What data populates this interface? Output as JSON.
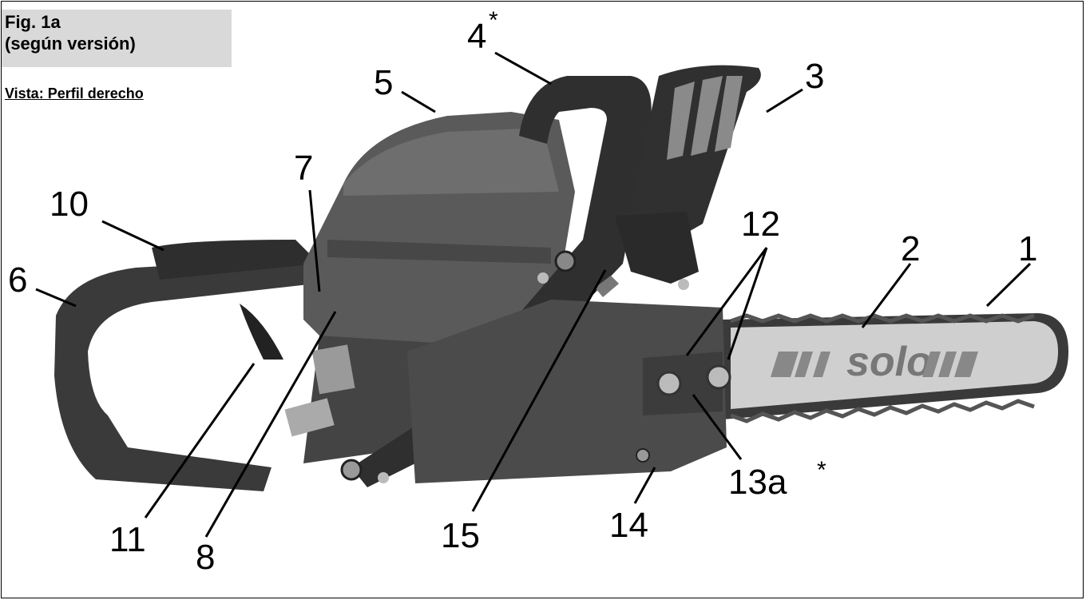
{
  "figure": {
    "title": "Fig. 1a\n(según versión)",
    "view_label": "Vista: Perfil derecho"
  },
  "callouts": [
    {
      "id": "c1",
      "text": "1"
    },
    {
      "id": "c2",
      "text": "2"
    },
    {
      "id": "c3",
      "text": "3"
    },
    {
      "id": "c4",
      "text": "4",
      "sup": "*"
    },
    {
      "id": "c5",
      "text": "5"
    },
    {
      "id": "c6",
      "text": "6"
    },
    {
      "id": "c7",
      "text": "7"
    },
    {
      "id": "c8",
      "text": "8"
    },
    {
      "id": "c10",
      "text": "10"
    },
    {
      "id": "c11",
      "text": "11"
    },
    {
      "id": "c12",
      "text": "12"
    },
    {
      "id": "c13a",
      "text": "13a",
      "sup": "*"
    },
    {
      "id": "c14",
      "text": "14"
    },
    {
      "id": "c15",
      "text": "15"
    }
  ],
  "bar_logo": "solo",
  "colors": {
    "body": "#555555",
    "dark": "#2e2e2e",
    "light": "#9a9a9a",
    "bar": "#cfcfcf"
  }
}
